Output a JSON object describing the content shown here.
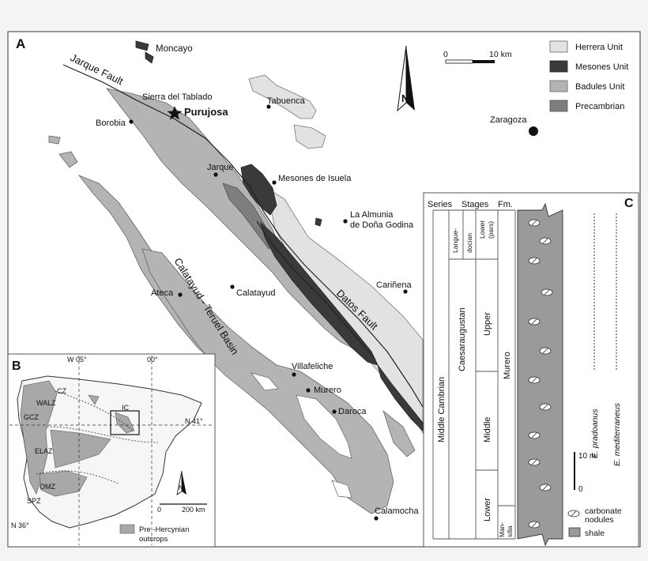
{
  "panels": {
    "a": "A",
    "b": "B",
    "c": "C"
  },
  "legend": {
    "items": [
      {
        "label": "Herrera Unit",
        "color": "#e2e2e2"
      },
      {
        "label": "Mesones Unit",
        "color": "#3a3a3a"
      },
      {
        "label": "Badules Unit",
        "color": "#b4b4b4"
      },
      {
        "label": "Precambrian",
        "color": "#7e7e7e"
      }
    ]
  },
  "scale_main": {
    "start": "0",
    "end": "10 km"
  },
  "north": "N",
  "places": {
    "moncayo": "Moncayo",
    "sierra": "Sierra del Tablado",
    "purujosa": "Purujosa",
    "tabuenca": "Tabuenca",
    "borobia": "Borobia",
    "zaragoza": "Zaragoza",
    "jarque": "Jarque",
    "mesones": "Mesones de Isuela",
    "almunia1": "La Almunia",
    "almunia2": "de Doña Godina",
    "carinena": "Cariñena",
    "calatayud": "Calatayud",
    "ateca": "Ateca",
    "villafeliche": "Villafeliche",
    "murero": "Murero",
    "daroca": "Daroca",
    "calamocha": "Calamocha"
  },
  "structures": {
    "jarque_fault": "Jarque Fault",
    "datos_fault": "Datos Fault",
    "basin": "Calatayud - Teruel Basin"
  },
  "inset": {
    "w05": "W 05°",
    "e00": "00°",
    "n41": "N 41°",
    "n36": "N 36°",
    "zones": [
      "CZ",
      "WALZ",
      "GCZ",
      "IC",
      "ELAZ",
      "OMZ",
      "SPZ"
    ],
    "scale": {
      "start": "0",
      "end": "200 km"
    },
    "north": "N",
    "legend_label_1": "Pre -Hercynian",
    "legend_label_2": "outcrops"
  },
  "column": {
    "headers": {
      "series": "Series",
      "stages": "Stages",
      "fm": "Fm."
    },
    "series": "Middle Cambrian",
    "stage_main": "Caesaraugustan",
    "stage_top_1": "Langue-",
    "stage_top_2": "docian",
    "substage_top_1": "Lower",
    "substage_top_2": "(pars)",
    "substages": [
      "Upper",
      "Middle",
      "Lower"
    ],
    "formations": {
      "murero": "Murero",
      "mansilla_1": "Man-",
      "mansilla_2": "silla"
    },
    "species": [
      "E. pradoanus",
      "E. mediterraneus"
    ],
    "scale": {
      "top": "10 m",
      "bottom": "0"
    },
    "legend": {
      "nodules_1": "carbonate",
      "nodules_2": "nodules",
      "shale": "shale"
    }
  },
  "colors": {
    "herrera": "#e2e2e2",
    "mesones": "#3a3a3a",
    "badules": "#b4b4b4",
    "precambrian": "#7e7e7e",
    "shale": "#9a9a9a",
    "frame": "#555555"
  }
}
